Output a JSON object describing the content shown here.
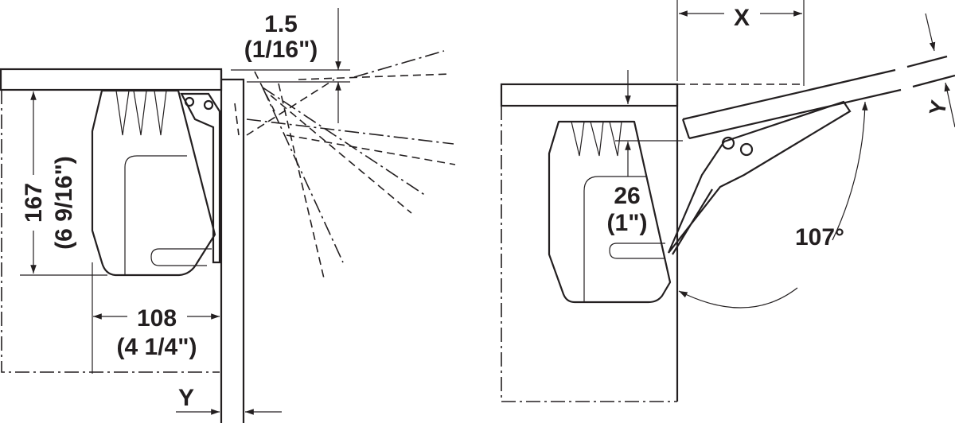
{
  "closed_view": {
    "height_dim": {
      "mm": "167",
      "inch": "(6 9/16\")"
    },
    "width_dim": {
      "mm": "108",
      "inch": "(4 1/4\")"
    },
    "gap_dim": {
      "mm": "1.5",
      "inch": "(1/16\")"
    },
    "door_thickness_label": "Y"
  },
  "open_view": {
    "x_dim_label": "X",
    "y_dim_label": "Y",
    "offset_dim": {
      "mm": "26",
      "inch": "(1\")"
    },
    "opening_angle": "107°"
  }
}
